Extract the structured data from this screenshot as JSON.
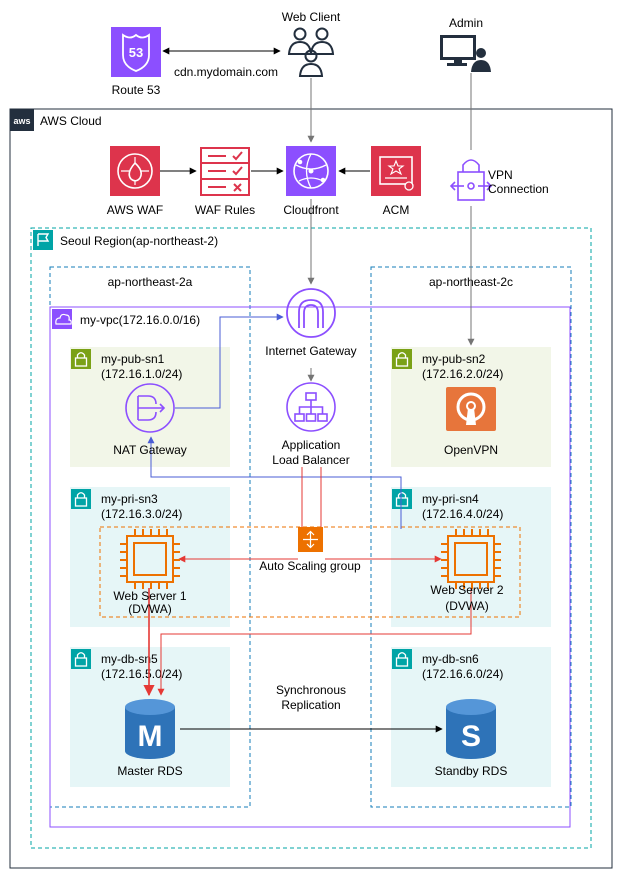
{
  "colors": {
    "security_red": "#dd344c",
    "network_purple": "#8c4fff",
    "compute_orange": "#ed7100",
    "subnet_public_green": "#7aa116",
    "subnet_private_teal": "#00a4a6",
    "database_blue": "#2e73b8",
    "openvpn_orange": "#e7753b",
    "vpc_border": "#8c4fff",
    "region_border": "#00a4a6",
    "arrow_red": "#e53935",
    "arrow_blue": "#4a5cd6",
    "arrow_gray": "#757575",
    "arrow_black": "#000000",
    "pub_subnet_fill": "#f2f6e8",
    "pri_subnet_fill": "#e6f6f7"
  },
  "external": {
    "route53_label": "Route 53",
    "route53_badge": "53",
    "web_client_label": "Web Client",
    "admin_label": "Admin",
    "cdn_domain": "cdn.mydomain.com",
    "vpn_label_line1": "VPN",
    "vpn_label_line2": "Connection"
  },
  "cloud": {
    "title": "AWS Cloud",
    "logo_text": "aws",
    "waf_label": "AWS WAF",
    "waf_rules_label": "WAF Rules",
    "cloudfront_label": "Cloudfront",
    "acm_label": "ACM"
  },
  "region": {
    "title": "Seoul Region(ap-northeast-2)",
    "az_a": "ap-northeast-2a",
    "az_c": "ap-northeast-2c",
    "vpc_label": "my-vpc(172.16.0.0/16)"
  },
  "subnets": {
    "pub1": {
      "name": "my-pub-sn1",
      "cidr": "(172.16.1.0/24)"
    },
    "pub2": {
      "name": "my-pub-sn2",
      "cidr": "(172.16.2.0/24)"
    },
    "pri3": {
      "name": "my-pri-sn3",
      "cidr": "(172.16.3.0/24)"
    },
    "pri4": {
      "name": "my-pri-sn4",
      "cidr": "(172.16.4.0/24)"
    },
    "db5": {
      "name": "my-db-sn5",
      "cidr": "(172.16.5.0/24)"
    },
    "db6": {
      "name": "my-db-sn6",
      "cidr": "(172.16.6.0/24)"
    }
  },
  "services": {
    "igw_label": "Internet Gateway",
    "alb_line1": "Application",
    "alb_line2": "Load Balancer",
    "nat_label": "NAT Gateway",
    "openvpn_label": "OpenVPN",
    "asg_label": "Auto Scaling group",
    "web1_line1": "Web Server 1",
    "web1_line2": "(DVWA)",
    "web2_line1": "Web Server 2",
    "web2_line2": "(DVWA)",
    "replication_line1": "Synchronous",
    "replication_line2": "Replication",
    "master_label": "Master RDS",
    "master_letter": "M",
    "standby_label": "Standby RDS",
    "standby_letter": "S"
  }
}
